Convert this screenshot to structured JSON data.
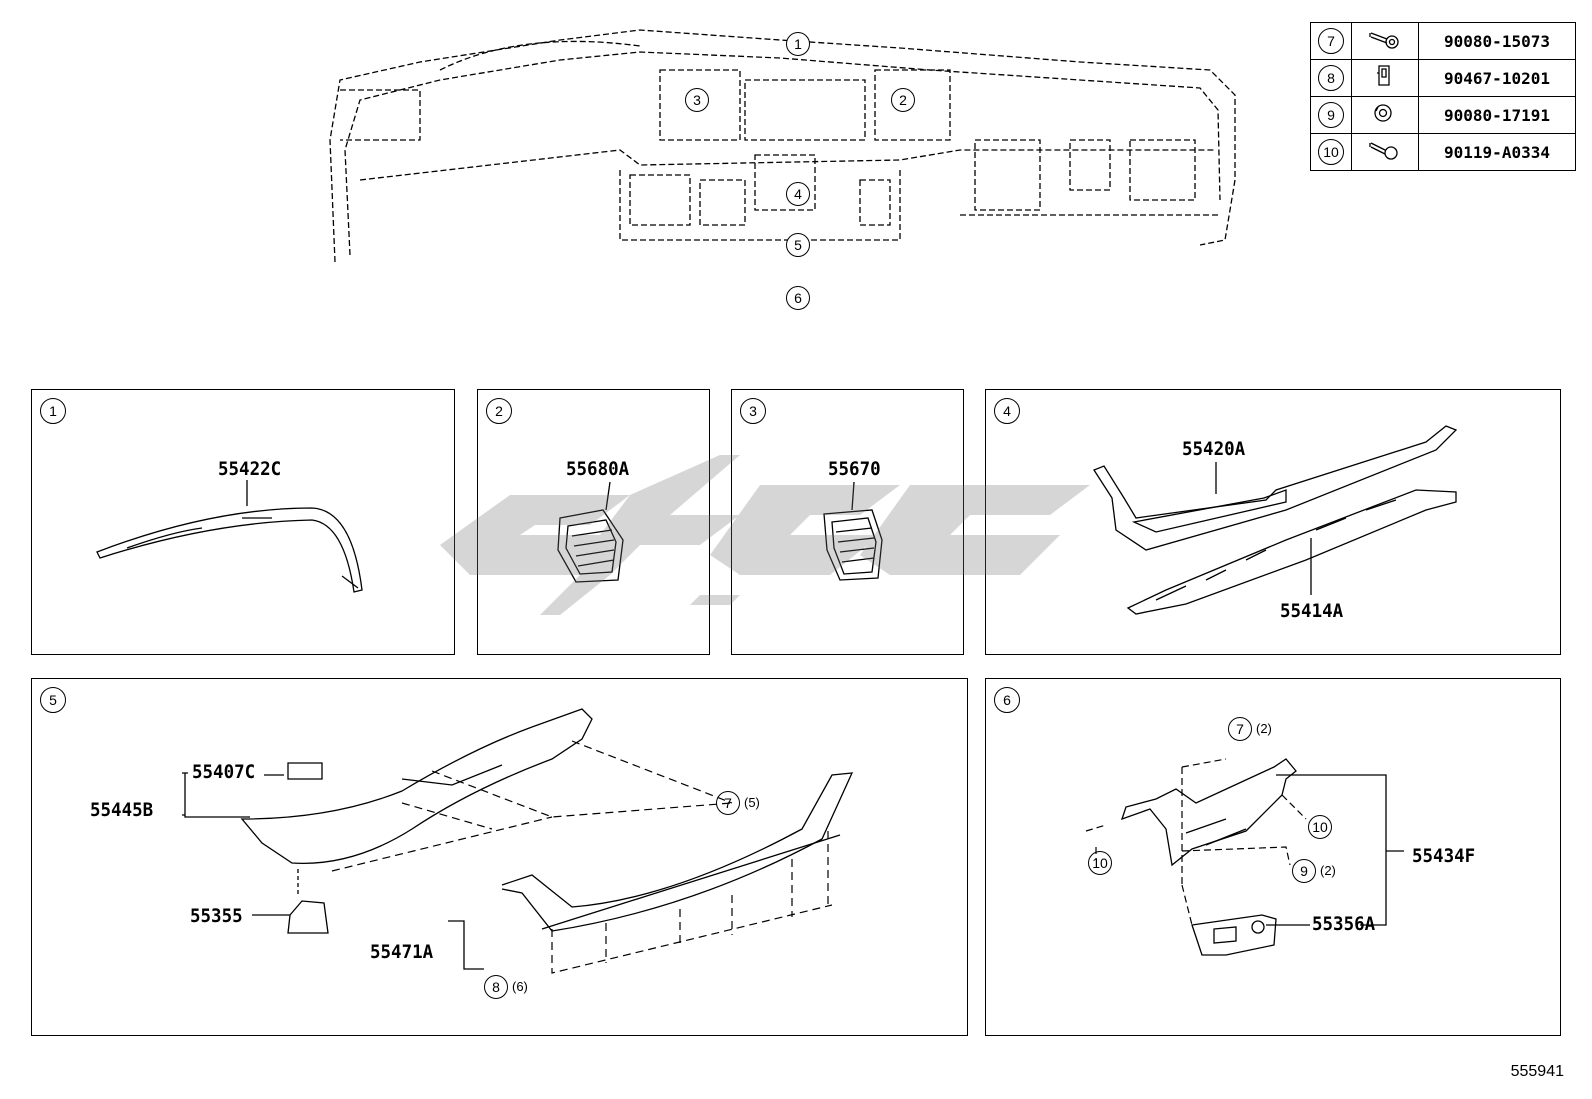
{
  "overview": {
    "callouts": [
      "1",
      "2",
      "3",
      "4",
      "5",
      "6"
    ]
  },
  "legend": [
    {
      "ref": "7",
      "icon": "bolt-washer-icon",
      "part": "90080-15073"
    },
    {
      "ref": "8",
      "icon": "clip-icon",
      "part": "90467-10201"
    },
    {
      "ref": "9",
      "icon": "nut-icon",
      "part": "90080-17191"
    },
    {
      "ref": "10",
      "icon": "screw-icon",
      "part": "90119-A0334"
    }
  ],
  "panels": {
    "p1": {
      "num": "1",
      "parts": [
        "55422C"
      ]
    },
    "p2": {
      "num": "2",
      "parts": [
        "55680A"
      ]
    },
    "p3": {
      "num": "3",
      "parts": [
        "55670"
      ]
    },
    "p4": {
      "num": "4",
      "parts": [
        "55420A",
        "55414A"
      ]
    },
    "p5": {
      "num": "5",
      "parts": [
        "55407C",
        "55445B",
        "55355",
        "55471A"
      ],
      "fasteners": [
        {
          "ref": "7",
          "qty": "(5)"
        },
        {
          "ref": "8",
          "qty": "(6)"
        }
      ]
    },
    "p6": {
      "num": "6",
      "parts": [
        "55434F",
        "55356A"
      ],
      "fasteners": [
        {
          "ref": "7",
          "qty": "(2)"
        },
        {
          "ref": "10",
          "qty": ""
        },
        {
          "ref": "9",
          "qty": "(2)"
        },
        {
          "ref": "10",
          "qty": ""
        }
      ]
    }
  },
  "doc_id": "555941"
}
